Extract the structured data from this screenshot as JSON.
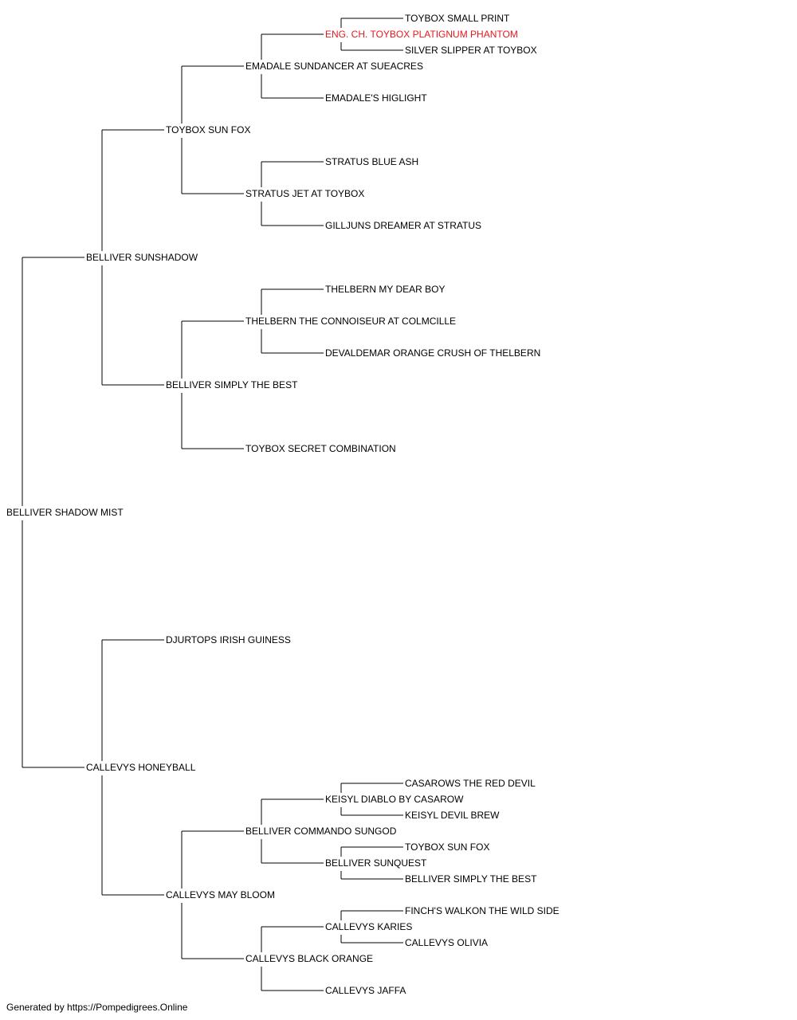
{
  "colors": {
    "highlight": "#e8171d",
    "text": "#000000",
    "line": "#000000"
  },
  "pedigree": {
    "name": "BELLIVER SHADOW MIST",
    "sire": {
      "name": "BELLIVER SUNSHADOW",
      "sire": {
        "name": "TOYBOX SUN FOX",
        "sire": {
          "name": "EMADALE SUNDANCER AT SUEACRES",
          "sire": {
            "name": "ENG. CH. TOYBOX PLATIGNUM PHANTOM",
            "highlight": true,
            "sire": {
              "name": "TOYBOX SMALL PRINT"
            },
            "dam": {
              "name": "SILVER SLIPPER AT TOYBOX"
            }
          },
          "dam": {
            "name": "EMADALE'S HIGLIGHT"
          }
        },
        "dam": {
          "name": "STRATUS JET AT TOYBOX",
          "sire": {
            "name": "STRATUS BLUE ASH"
          },
          "dam": {
            "name": "GILLJUNS DREAMER AT STRATUS"
          }
        }
      },
      "dam": {
        "name": "BELLIVER SIMPLY THE BEST",
        "sire": {
          "name": "THELBERN THE CONNOISEUR AT COLMCILLE",
          "sire": {
            "name": "THELBERN MY DEAR BOY"
          },
          "dam": {
            "name": "DEVALDEMAR ORANGE CRUSH OF THELBERN"
          }
        },
        "dam": {
          "name": "TOYBOX SECRET COMBINATION"
        }
      }
    },
    "dam": {
      "name": "CALLEVYS HONEYBALL",
      "sire": {
        "name": "DJURTOPS IRISH GUINESS"
      },
      "dam": {
        "name": "CALLEVYS MAY BLOOM",
        "sire": {
          "name": "BELLIVER COMMANDO SUNGOD",
          "sire": {
            "name": "KEISYL DIABLO BY CASAROW",
            "sire": {
              "name": "CASAROWS THE RED DEVIL"
            },
            "dam": {
              "name": "KEISYL DEVIL BREW"
            }
          },
          "dam": {
            "name": "BELLIVER SUNQUEST",
            "sire": {
              "name": "TOYBOX SUN FOX"
            },
            "dam": {
              "name": "BELLIVER SIMPLY THE BEST"
            }
          }
        },
        "dam": {
          "name": "CALLEVYS BLACK ORANGE",
          "sire": {
            "name": "CALLEVYS KARIES",
            "sire": {
              "name": "FINCH'S WALKON THE WILD SIDE"
            },
            "dam": {
              "name": "CALLEVYS OLIVIA"
            }
          },
          "dam": {
            "name": "CALLEVYS JAFFA"
          }
        }
      }
    }
  },
  "footer": {
    "text": "Generated by https://Pompedigrees.Online"
  }
}
